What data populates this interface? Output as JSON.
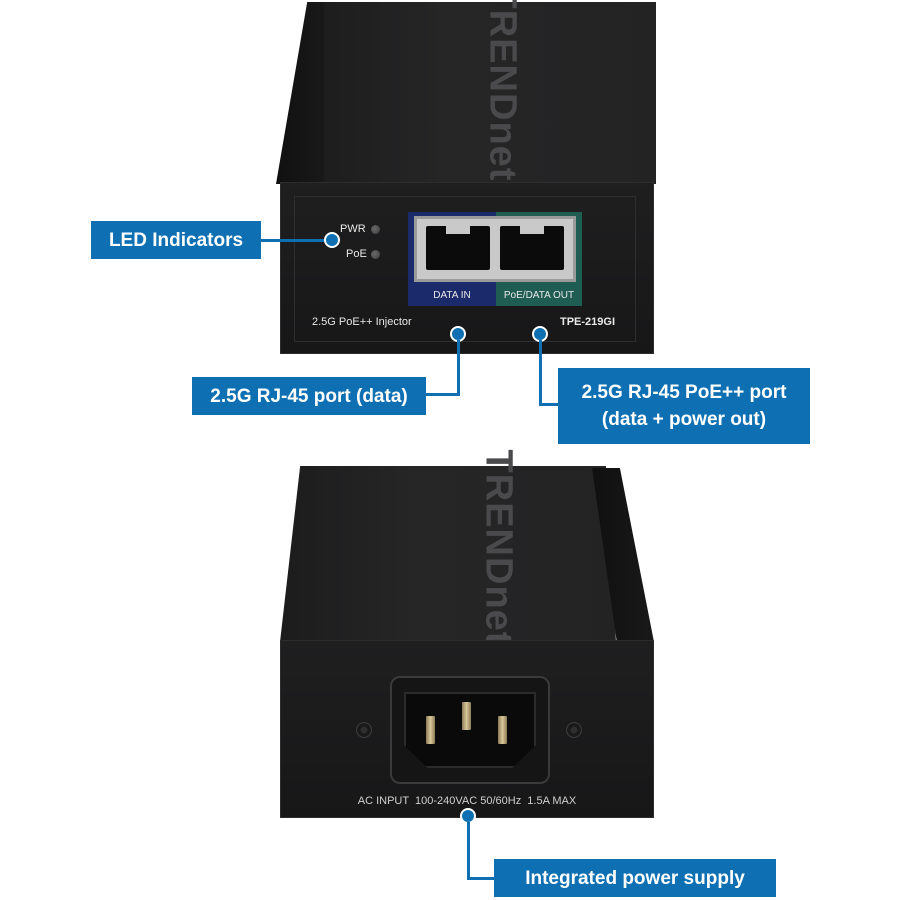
{
  "top_device": {
    "brand": "TRENDnet",
    "leds": [
      {
        "label": "PWR"
      },
      {
        "label": "PoE"
      }
    ],
    "port_labels": {
      "data_in": "DATA IN",
      "poe_out": "PoE/DATA OUT"
    },
    "product_name": "2.5G PoE++ Injector",
    "model": "TPE-219GI"
  },
  "bottom_device": {
    "brand": "TRENDnet",
    "ac_rating": "AC INPUT  100-240VAC 50/60Hz  1.5A MAX"
  },
  "callouts": {
    "led": "LED Indicators",
    "data_port": "2.5G RJ-45 port (data)",
    "poe_port_line1": "2.5G RJ-45 PoE++ port",
    "poe_port_line2": "(data + power out)",
    "power": "Integrated power supply"
  },
  "colors": {
    "callout_blue": "#0e70b3",
    "device_black": "#1c1c1d",
    "data_in_zone": "#1b2a6b",
    "poe_out_zone": "#1f5c52"
  }
}
